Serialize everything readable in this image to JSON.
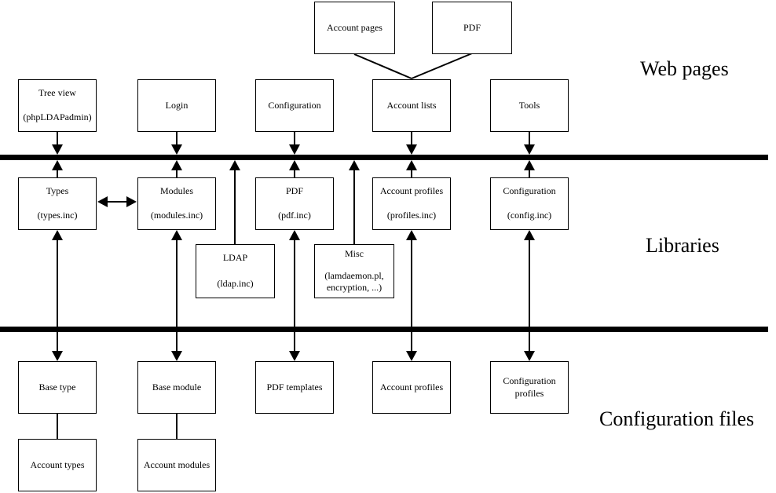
{
  "diagram": {
    "section_labels": {
      "web_pages": "Web pages",
      "libraries": "Libraries",
      "configuration_files": "Configuration files"
    },
    "nodes": {
      "account_pages": {
        "title": "Account pages"
      },
      "pdf_page": {
        "title": "PDF"
      },
      "tree_view": {
        "title": "Tree view",
        "subtitle": "(phpLDAPadmin)"
      },
      "login": {
        "title": "Login"
      },
      "configuration_page": {
        "title": "Configuration"
      },
      "account_lists": {
        "title": "Account lists"
      },
      "tools": {
        "title": "Tools"
      },
      "types": {
        "title": "Types",
        "subtitle": "(types.inc)"
      },
      "modules": {
        "title": "Modules",
        "subtitle": "(modules.inc)"
      },
      "pdf_lib": {
        "title": "PDF",
        "subtitle": "(pdf.inc)"
      },
      "account_profiles_lib": {
        "title": "Account profiles",
        "subtitle": "(profiles.inc)"
      },
      "configuration_lib": {
        "title": "Configuration",
        "subtitle": "(config.inc)"
      },
      "ldap": {
        "title": "LDAP",
        "subtitle": "(ldap.inc)"
      },
      "misc": {
        "title": "Misc",
        "subtitle": "(lamdaemon.pl,\nencryption, ...)"
      },
      "base_type": {
        "title": "Base type"
      },
      "base_module": {
        "title": "Base module"
      },
      "pdf_templates": {
        "title": "PDF templates"
      },
      "account_profiles_file": {
        "title": "Account profiles"
      },
      "configuration_profiles": {
        "title": "Configuration\nprofiles"
      },
      "account_types": {
        "title": "Account types"
      },
      "account_modules": {
        "title": "Account modules"
      }
    },
    "colors": {
      "line": "#000000",
      "background": "#ffffff"
    }
  }
}
